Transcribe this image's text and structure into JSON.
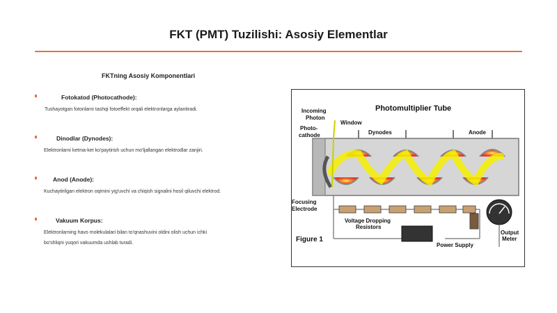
{
  "slide": {
    "title": "FKT (PMT) Tuzilishi: Asosiy Elementlar",
    "section_title": "FKTning Asosiy Komponentlari"
  },
  "items": [
    {
      "heading": "Fotokatod (Photocathode):",
      "description": [
        "Tushayotgan fotonlarni tashqi fotoeffekt orqali elektronlarga aylantiradi."
      ]
    },
    {
      "heading": "Dinodlar (Dynodes):",
      "description": [
        "Elektronlarni ketma-ket ko'paytirish uchun mo'ljallangan elektrodlar zanjiri."
      ]
    },
    {
      "heading": "Anod (Anode):",
      "description": [
        "Kuchaytirilgan elektron oqimini yig'uvchi va chiqish signalini hosil qiluvchi elektrod."
      ]
    },
    {
      "heading": "Vakuum Korpus:",
      "description": [
        "Elektronlarning havo molekulalari bilan to'qnashuvini oldini olish uchun ichki",
        "bo'shliqni yuqori vakuumda ushlab turadi."
      ]
    }
  ],
  "figure": {
    "title": "Photomultiplier Tube",
    "incoming_photon": [
      "Incoming",
      "Photon"
    ],
    "window": "Window",
    "photocathode": [
      "Photo-",
      "cathode"
    ],
    "dynodes": "Dynodes",
    "anode": "Anode",
    "focusing_electrode": [
      "Focusing",
      "Electrode"
    ],
    "resistors": [
      "Voltage Dropping",
      "Resistors"
    ],
    "figure_number": "Figure 1",
    "power_supply": "Power Supply",
    "output_meter": [
      "Output",
      "Meter"
    ]
  },
  "colors": {
    "accent": "#e8703a",
    "electron_stream": "#f5f000",
    "dynode_glow": "#e8302a",
    "tube": "#d6d6d6"
  }
}
